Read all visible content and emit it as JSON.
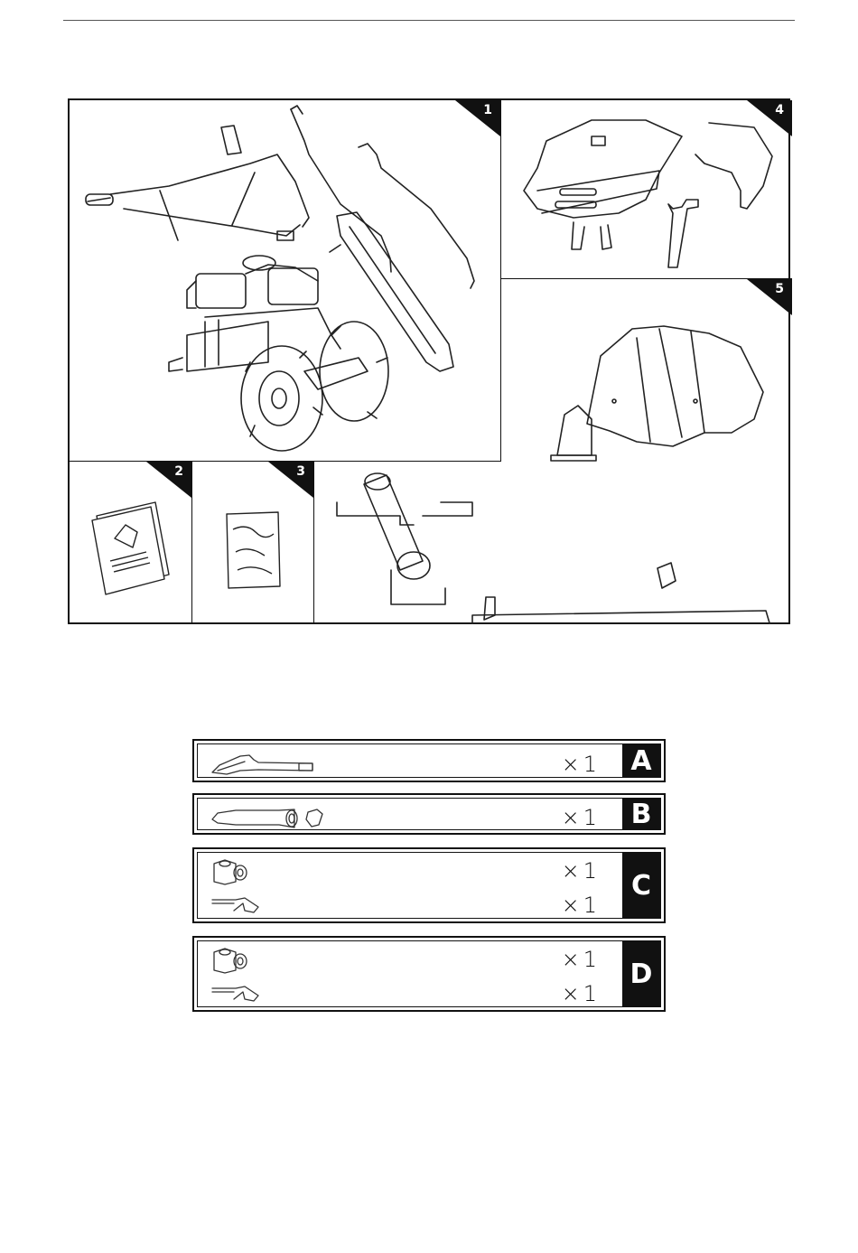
{
  "contents": {
    "panels": [
      {
        "number": "1",
        "icon": "tiller-machine-handlebar-rods-icon"
      },
      {
        "number": "2",
        "icon": "instruction-manual-icon"
      },
      {
        "number": "3",
        "icon": "parts-bag-icon"
      },
      {
        "number": "4",
        "icon": "side-guards-and-brackets-icon"
      },
      {
        "number": "5",
        "icon": "mower-bar-gearbox-and-guard-icon"
      }
    ]
  },
  "kits": [
    {
      "letter": "A",
      "rows": [
        {
          "icon": "handle-lever-icon",
          "times": "×",
          "qty": "1"
        }
      ]
    },
    {
      "letter": "B",
      "rows": [
        {
          "icon": "grip-and-knob-icon",
          "times": "×",
          "qty": "1"
        }
      ]
    },
    {
      "letter": "C",
      "rows": [
        {
          "icon": "clamp-block-icon",
          "times": "×",
          "qty": "1"
        },
        {
          "icon": "spring-pin-icon",
          "times": "×",
          "qty": "1"
        }
      ]
    },
    {
      "letter": "D",
      "rows": [
        {
          "icon": "clamp-block-icon",
          "times": "×",
          "qty": "1"
        },
        {
          "icon": "spring-pin-icon",
          "times": "×",
          "qty": "1"
        }
      ]
    }
  ]
}
